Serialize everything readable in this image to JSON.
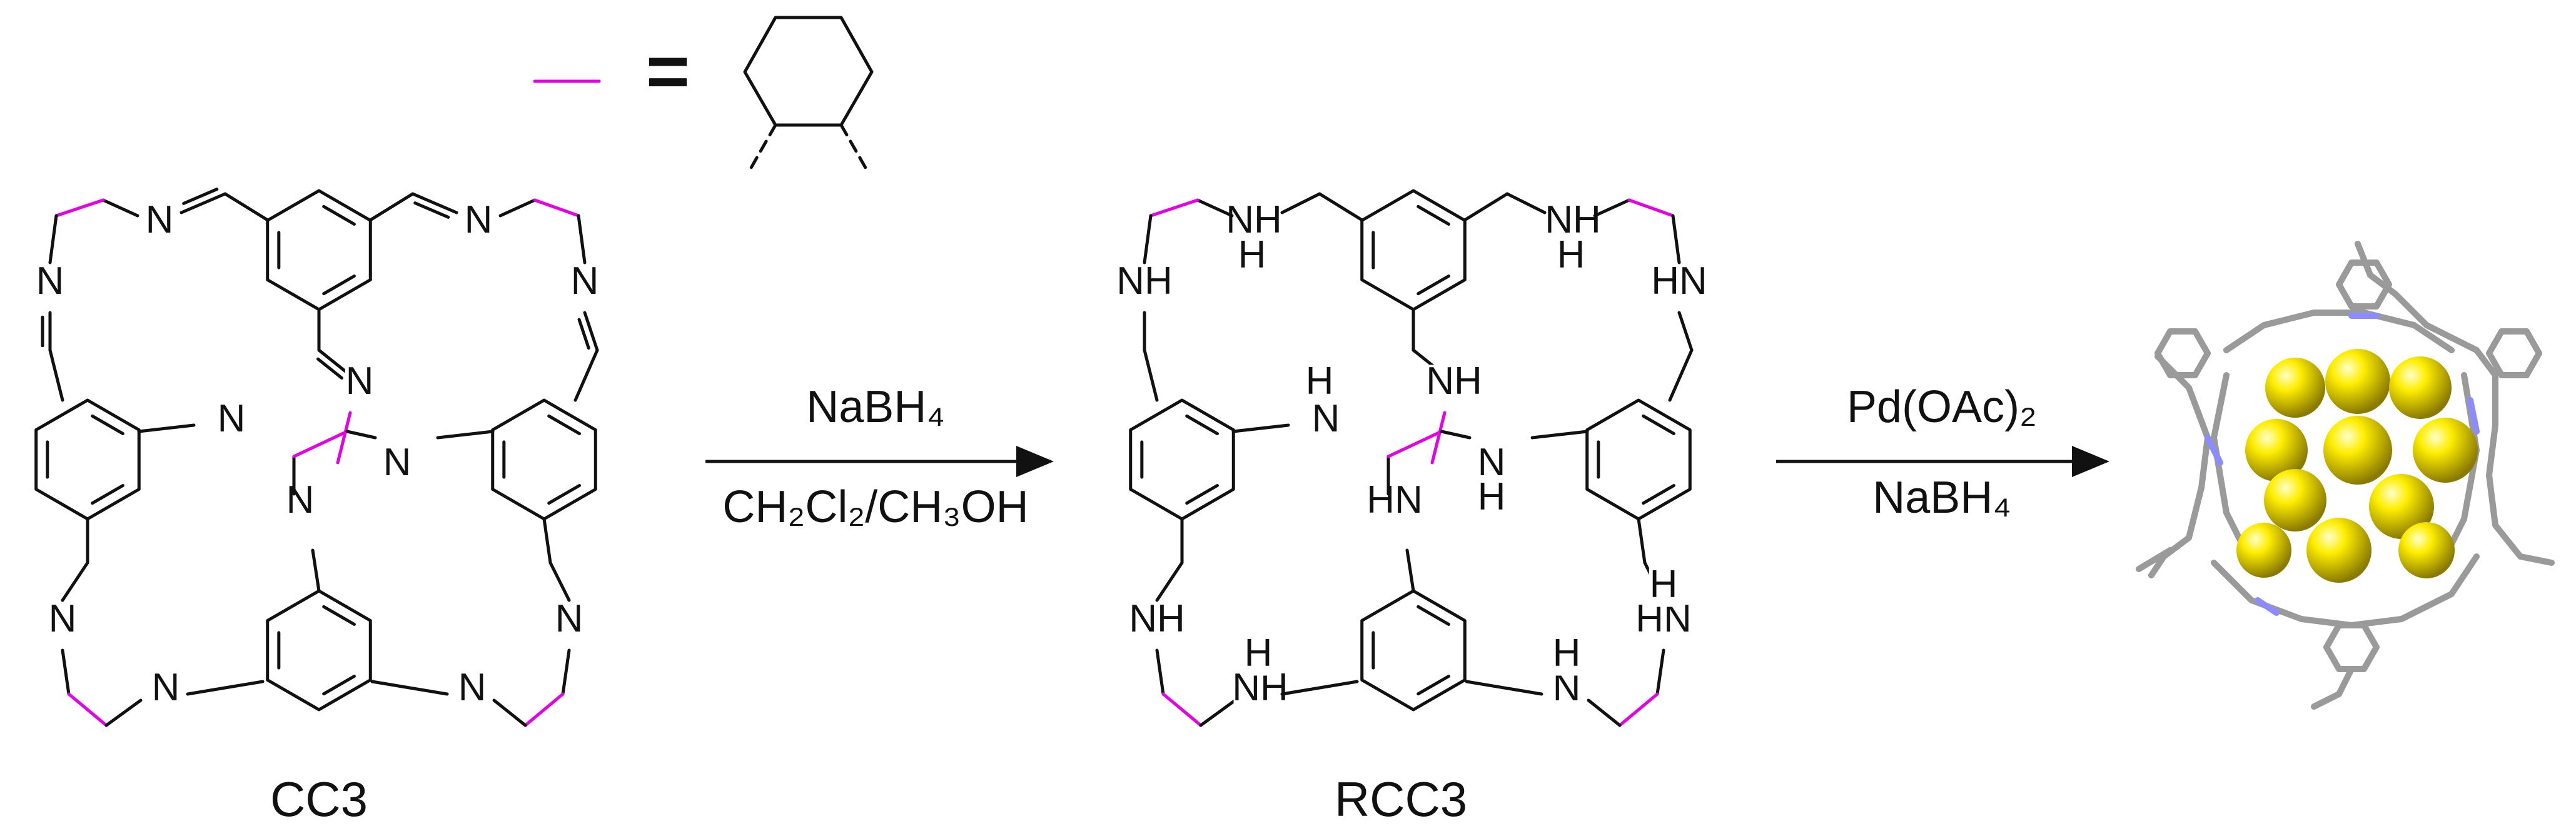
{
  "legend": {
    "equals": "="
  },
  "molecules": {
    "cc3": {
      "label": "CC3",
      "n_label": "N"
    },
    "rcc3": {
      "label": "RCC3",
      "nh_label": "NH",
      "hn_label": "HN",
      "n_label": "N",
      "h_label": "H"
    },
    "nanoparticle": {}
  },
  "steps": [
    {
      "reagent_top": "NaBH₄",
      "reagent_bottom": "CH₂Cl₂/CH₃OH"
    },
    {
      "reagent_top": "Pd(OAc)₂",
      "reagent_bottom": "NaBH₄"
    }
  ],
  "colors": {
    "cyclohexane_linker": "#e600e6",
    "pd_sphere": "#ffee00",
    "cage_stick": "#9a9a9a",
    "cage_nitrogen": "#8c8cff"
  }
}
